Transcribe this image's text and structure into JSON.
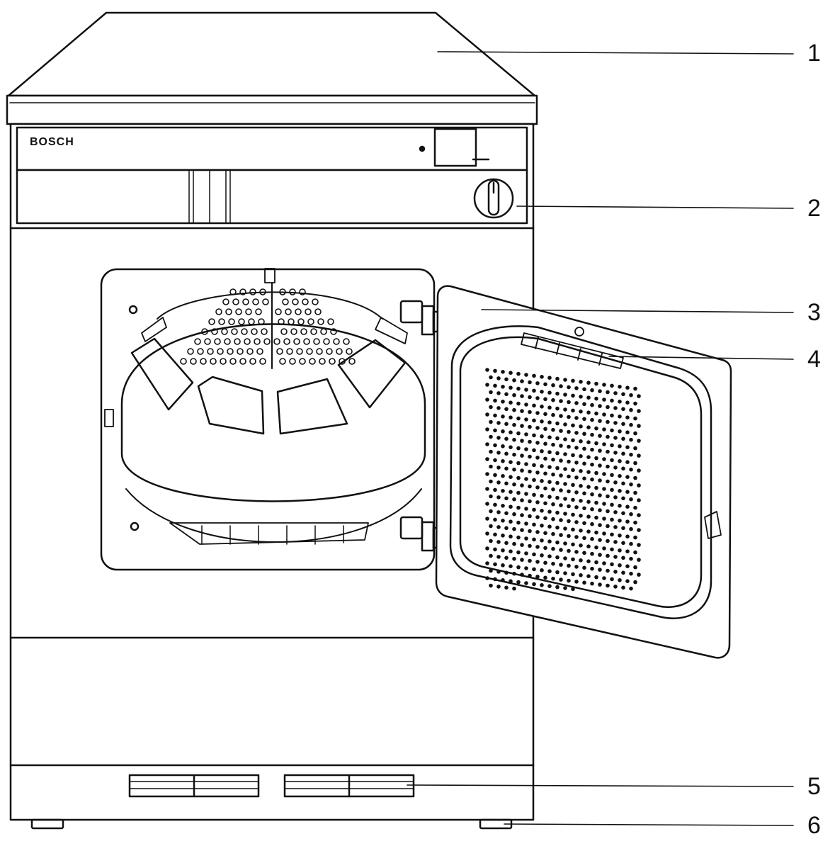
{
  "brand": {
    "label": "BOSCH"
  },
  "callouts": [
    {
      "number": "1",
      "part": "top-cover"
    },
    {
      "number": "2",
      "part": "program-selector"
    },
    {
      "number": "3",
      "part": "door"
    },
    {
      "number": "4",
      "part": "fluff-filter"
    },
    {
      "number": "5",
      "part": "base-vent"
    },
    {
      "number": "6",
      "part": "foot"
    }
  ],
  "colors": {
    "line": "#111111",
    "paper": "#ffffff"
  }
}
